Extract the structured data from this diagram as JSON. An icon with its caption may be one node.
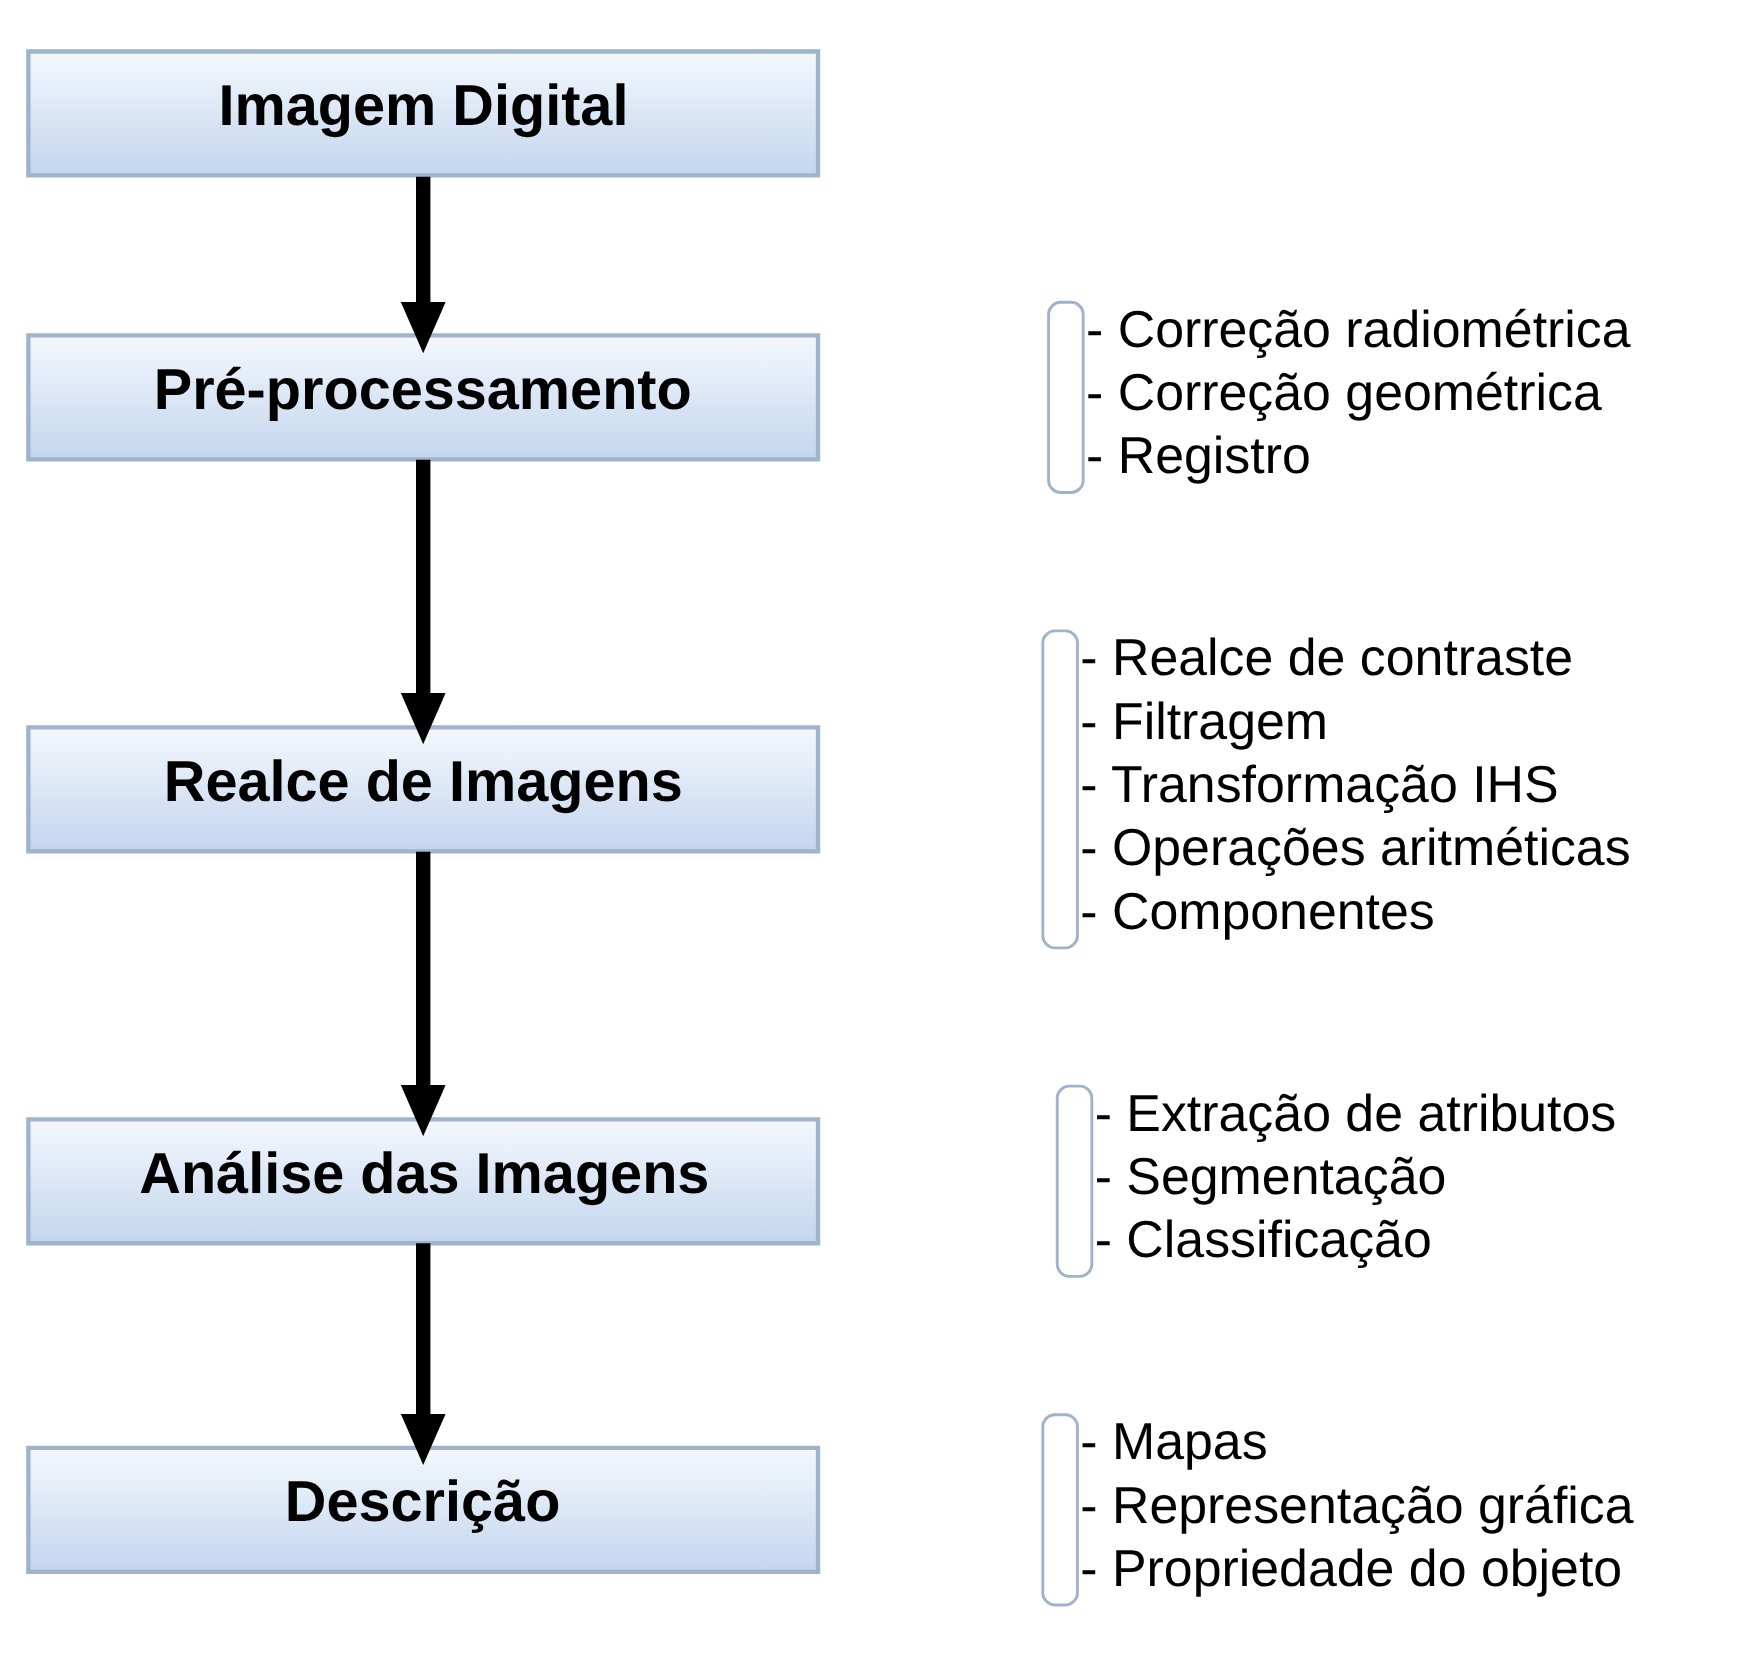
{
  "diagram": {
    "nodes": [
      {
        "text": [
          "Imagem Digital"
        ]
      },
      {
        "text": [
          "Pré-processamento"
        ],
        "beside": [
          "- Correção radiométrica",
          "- Correção geométrica",
          "- Registro"
        ]
      },
      {
        "text": [
          "Realce de Imagens"
        ],
        "beside": [
          "- Realce de contraste",
          "- Filtragem",
          "- Transformação IHS",
          "- Operações aritméticas",
          "- Componentes"
        ]
      },
      {
        "text": [
          "Análise das Imagens"
        ],
        "beside": [
          "- Extração de atributos",
          "- Segmentação",
          "- Classificação"
        ]
      },
      {
        "text": [
          "Descrição"
        ],
        "beside": [
          "- Mapas",
          "- Representação gráfica",
          "- Propriedade do objeto"
        ]
      }
    ],
    "edges": [
      {
        "from": 0,
        "to": 1,
        "arrow": "to"
      },
      {
        "from": 1,
        "to": 2,
        "arrow": "to"
      },
      {
        "from": 2,
        "to": 3,
        "arrow": "to"
      },
      {
        "from": 3,
        "to": 4,
        "arrow": "to"
      }
    ]
  }
}
